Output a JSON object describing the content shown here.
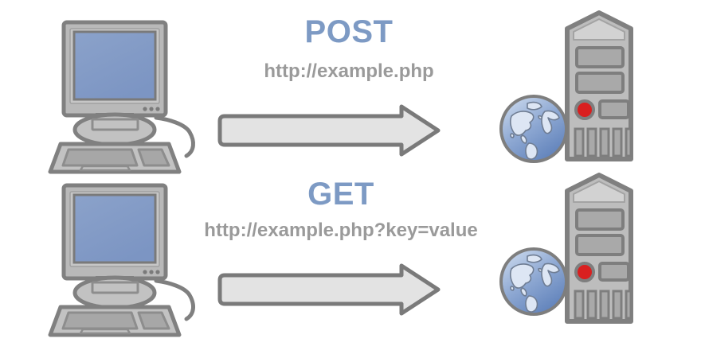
{
  "diagram": {
    "title": "HTTP POST vs GET request diagram",
    "background_color": "#ffffff",
    "colors": {
      "method_label": "#7d9ac4",
      "url_label": "#9a9a9a",
      "outline": "#808080",
      "outline_dark": "#6e6e6e",
      "device_body": "#b3b3b3",
      "device_body_light": "#c9c9c9",
      "screen_blue": "#8099c6",
      "arrow_fill": "#e3e3e3",
      "led_red": "#d91f1f",
      "globe_blue": "#6f8fc4",
      "globe_land": "#dbe5f3"
    },
    "rows": [
      {
        "id": "post-row",
        "method": "POST",
        "url": "http://example.php",
        "source": "desktop-computer",
        "target": "web-server",
        "arrow_direction": "right"
      },
      {
        "id": "get-row",
        "method": "GET",
        "url": "http://example.php?key=value",
        "source": "desktop-computer",
        "target": "web-server",
        "arrow_direction": "right"
      }
    ],
    "icons": {
      "computer": "desktop-computer-icon",
      "server": "server-tower-icon",
      "globe": "globe-icon",
      "arrow": "right-arrow-icon"
    }
  }
}
